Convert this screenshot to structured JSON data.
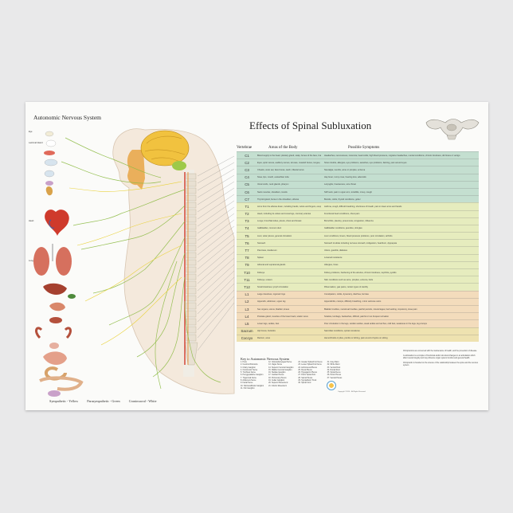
{
  "poster": {
    "left_title": "Autonomic Nervous System",
    "main_title": "Effects of Spinal Subluxation",
    "headers": {
      "vertebrae": "Vertebrae",
      "areas": "Areas of the Body",
      "symptoms": "Possible Symptoms"
    },
    "legend": {
      "sympathetic": "Sympathetic - Yellow",
      "parasympathetic": "Parasympathetic - Green",
      "craniosacral": "Craniosacral - White"
    },
    "colors": {
      "cervical": "#c4dfd0",
      "thoracic": "#e6ecbe",
      "lumbar": "#f3dcbc",
      "sacrum": "#eee2b0",
      "sympathetic": "#e9d23c",
      "parasympathetic": "#8dbb45"
    },
    "rows": [
      {
        "v": "C1",
        "group": "cervical",
        "area": "Blood supply to the head, pituitary gland, scalp, bones of the face, brain, inner and middle ear",
        "sym": "Headaches, nervousness, insomnia, head colds, high blood pressure, migraine headaches, mental conditions, chronic tiredness, dizziness or vertigo"
      },
      {
        "v": "C2",
        "group": "cervical",
        "area": "Eyes, optic nerves, auditory nerves, sinuses, mastoid bones, tongue, forehead",
        "sym": "Sinus trouble, allergies, eye problems, earaches, eye problems, fainting, pain around eyes"
      },
      {
        "v": "C3",
        "group": "cervical",
        "area": "Cheeks, outer ear, face bones, teeth, trifacial nerve",
        "sym": "Neuralgia, neuritis, acne or pimples, eczema"
      },
      {
        "v": "C4",
        "group": "cervical",
        "area": "Nose, lips, mouth, eustachian tube",
        "sym": "Hay fever, runny nose, hearing loss, adenoids"
      },
      {
        "v": "C5",
        "group": "cervical",
        "area": "Vocal cords, neck glands, pharynx",
        "sym": "Laryngitis, hoarseness, sore throat"
      },
      {
        "v": "C6",
        "group": "cervical",
        "area": "Neck muscles, shoulders, tonsils",
        "sym": "Stiff neck, pain in upper arm, tonsillitis, croup, cough"
      },
      {
        "v": "C7",
        "group": "cervical",
        "area": "Thyroid gland, bursa in the shoulders, elbows",
        "sym": "Bursitis, colds, thyroid conditions, goiter"
      },
      {
        "v": "T1",
        "group": "thoracic",
        "area": "Arms from the elbows down, including hands, wrists and fingers, esophagus and trachea",
        "sym": "Asthma, cough, difficult breathing, shortness of breath, pain in lower arms and hands"
      },
      {
        "v": "T2",
        "group": "thoracic",
        "area": "Heart, including its valves and coverings, coronary arteries",
        "sym": "Functional heart conditions, chest pain"
      },
      {
        "v": "T3",
        "group": "thoracic",
        "area": "Lungs, bronchial tubes, pleura, chest and breast",
        "sym": "Bronchitis, pleurisy, pneumonia, congestion, influenza"
      },
      {
        "v": "T4",
        "group": "thoracic",
        "area": "Gallbladder, common duct",
        "sym": "Gallbladder conditions, jaundice, shingles"
      },
      {
        "v": "T5",
        "group": "thoracic",
        "area": "Liver, solar plexus, general circulation",
        "sym": "Liver conditions, fevers, blood pressure problems, poor circulation, arthritis"
      },
      {
        "v": "T6",
        "group": "thoracic",
        "area": "Stomach",
        "sym": "Stomach troubles including nervous stomach, indigestion, heartburn, dyspepsia"
      },
      {
        "v": "T7",
        "group": "thoracic",
        "area": "Pancreas, duodenum",
        "sym": "Ulcers, gastritis, diabetes"
      },
      {
        "v": "T8",
        "group": "thoracic",
        "area": "Spleen",
        "sym": "Lowered resistance"
      },
      {
        "v": "T9",
        "group": "thoracic",
        "area": "Adrenal and suprarenal glands",
        "sym": "Allergies, hives"
      },
      {
        "v": "T10",
        "group": "thoracic",
        "area": "Kidneys",
        "sym": "Kidney problems, hardening of the arteries, chronic tiredness, nephritis, pyelitis"
      },
      {
        "v": "T11",
        "group": "thoracic",
        "area": "Kidneys, ureters",
        "sym": "Skin conditions such as acne, pimples, eczema, boils"
      },
      {
        "v": "T12",
        "group": "thoracic",
        "area": "Small intestines, lymph circulation",
        "sym": "Rheumatism, gas pains, certain types of sterility"
      },
      {
        "v": "L1",
        "group": "lumbar",
        "area": "Large intestines, inguinal rings",
        "sym": "Constipation, colitis, dysentery, diarrhea, hernias"
      },
      {
        "v": "L2",
        "group": "lumbar",
        "area": "Appendix, abdomen, upper leg",
        "sym": "Appendicitis, cramps, difficulty breathing, minor varicose veins"
      },
      {
        "v": "L3",
        "group": "lumbar",
        "area": "Sex organs, uterus, bladder, knees",
        "sym": "Bladder troubles, menstrual troubles, painful periods, miscarriages, bed wetting, impotency, knee pain"
      },
      {
        "v": "L4",
        "group": "lumbar",
        "area": "Prostate gland, muscles of the lower back, sciatic nerve",
        "sym": "Sciatica, lumbago, backaches, difficult, painful or too frequent urination"
      },
      {
        "v": "L5",
        "group": "lumbar",
        "area": "Lower legs, ankles, feet",
        "sym": "Poor circulation in the legs, swollen ankles, weak ankles and arches, cold feet, weakness in the legs, leg cramps"
      },
      {
        "v": "Sacrum",
        "group": "sacrum",
        "area": "Hip bones, buttocks",
        "sym": "Sacroiliac conditions, spinal curvatures"
      },
      {
        "v": "Coccyx",
        "group": "sacrum",
        "area": "Rectum, anus",
        "sym": "Hemorrhoids or piles, pruritis or itching, pain at end of spine on sitting"
      }
    ],
    "key_title": "Key to Autonomic Nervous System",
    "key_columns": [
      [
        "1. Pons",
        "2. Cerebral Peduncle",
        "3. Ciliary Ganglion",
        "4. Oculomotor Nerve",
        "5. Trochlear Nerve",
        "6. Pterygopalatine Ganglion",
        "7. Trigeminal Nerve",
        "8. Abducens Nerve",
        "9. Facial Nerve",
        "10. Submandibular Ganglion",
        "11. Otic Ganglion"
      ],
      [
        "12. Glossopharyngeal Nerve",
        "13. Vagus Nerve",
        "14. Superior Cervical Ganglion",
        "15. Middle Cervical Ganglion",
        "16. Stellate Ganglion",
        "17. Cardiac Plexus",
        "18. Pulmonary Plexus",
        "19. Celiac Ganglion",
        "20. Superior Mesenteric",
        "21. Inferior Mesenteric"
      ],
      [
        "22. Greater Splanchnic Nerve",
        "23. Lesser Splanchnic Nerve",
        "24. Aorticorenal Plexus",
        "25. Renal Plexus",
        "26. Hypogastric Plexus",
        "27. Pelvic Splanchnic",
        "28. Sacral Plexus",
        "29. Sympathetic Trunk",
        "30. Spinal Cord"
      ],
      [
        "31. Gray Rami",
        "32. White Rami",
        "33. Ventral Root",
        "34. Dorsal Root",
        "35. Spinal Nerve",
        "36. Pelvic Plexus",
        "37. Vesical Plexus"
      ]
    ],
    "notes": [
      "Chiropractors are concerned with the maintenance of health, and the prevention of disease.",
      "A subluxation is a complex of functional and/or structural changes in an articulation which affect neural integrity and may influence organ system function and general health.",
      "Chiropractic is founded on the science of the relationship between the spine and the nervous system."
    ],
    "copyright": "Copyright ©2016 – All Rights Reserved"
  }
}
